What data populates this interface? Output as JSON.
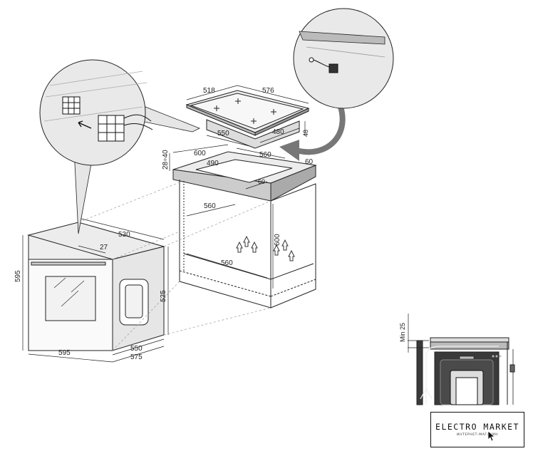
{
  "dimensions": {
    "hob_top_depth": "518",
    "hob_top_width": "576",
    "hob_cut_width": "550",
    "hob_cut_depth": "480",
    "hob_height": "48",
    "worktop_thickness": "28÷40",
    "worktop_depth": "600",
    "worktop_inner": "490",
    "worktop_width": "560",
    "worktop_edge": "60",
    "cabinet_back_gap": "60",
    "cabinet_upper_width": "560",
    "cabinet_lower_width": "560",
    "cabinet_height": "600",
    "oven_depth": "530",
    "oven_panel": "27",
    "oven_height": "595",
    "oven_body_height": "525",
    "oven_width": "595",
    "oven_body_depth_1": "550",
    "oven_body_depth_2": "575",
    "min_clearance": "Min 25"
  },
  "logo": {
    "title": "ELECTRO MARKET",
    "subtitle": "ИНТЕРНЕТ-МАГАЗИН"
  },
  "colors": {
    "line": "#222222",
    "grey_fill": "#e6e6e6",
    "dark_fill": "#3a3a3a",
    "arrow": "#555555"
  }
}
